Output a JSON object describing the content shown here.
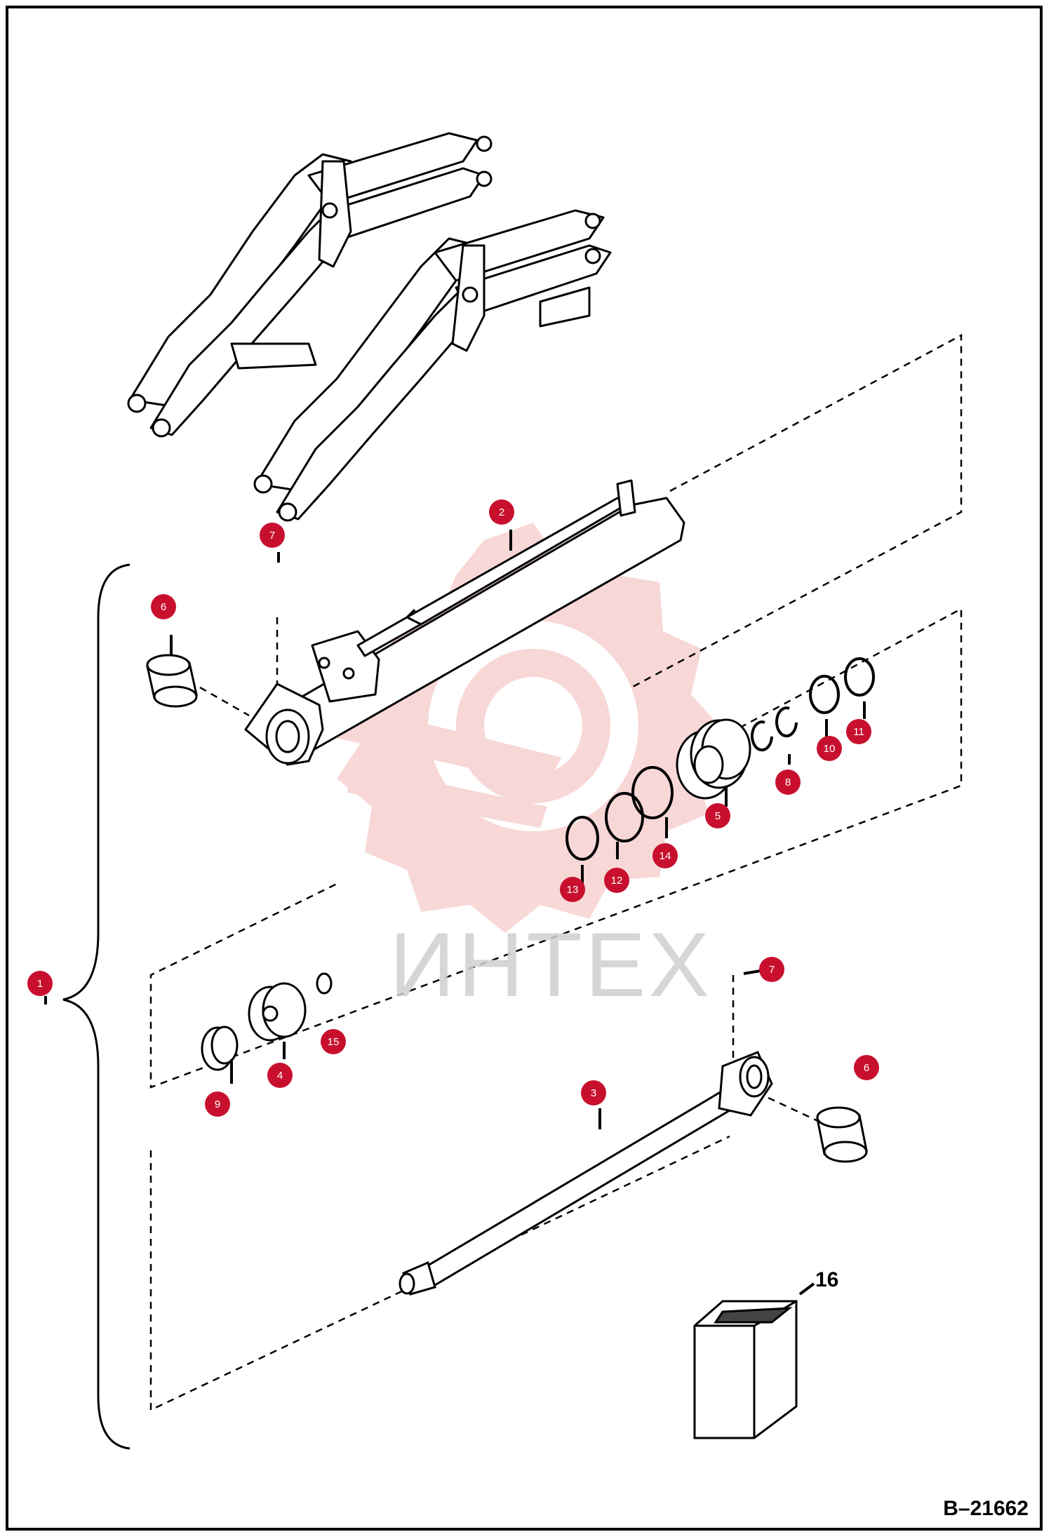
{
  "drawing_number": "B–21662",
  "watermark_text": "ИНТЕХ",
  "callouts": [
    {
      "id": "c1",
      "label": "1"
    },
    {
      "id": "c2",
      "label": "2"
    },
    {
      "id": "c3",
      "label": "3"
    },
    {
      "id": "c4",
      "label": "4"
    },
    {
      "id": "c5",
      "label": "5"
    },
    {
      "id": "c6a",
      "label": "6"
    },
    {
      "id": "c6b",
      "label": "6"
    },
    {
      "id": "c7a",
      "label": "7"
    },
    {
      "id": "c7b",
      "label": "7"
    },
    {
      "id": "c8",
      "label": "8"
    },
    {
      "id": "c9",
      "label": "9"
    },
    {
      "id": "c10",
      "label": "10"
    },
    {
      "id": "c11",
      "label": "11"
    },
    {
      "id": "c12",
      "label": "12"
    },
    {
      "id": "c13",
      "label": "13"
    },
    {
      "id": "c14",
      "label": "14"
    },
    {
      "id": "c15",
      "label": "15"
    }
  ],
  "part16_label": "16",
  "colors": {
    "callout": "#c8102e",
    "line": "#000000",
    "watermark": "#f2b3b3"
  }
}
